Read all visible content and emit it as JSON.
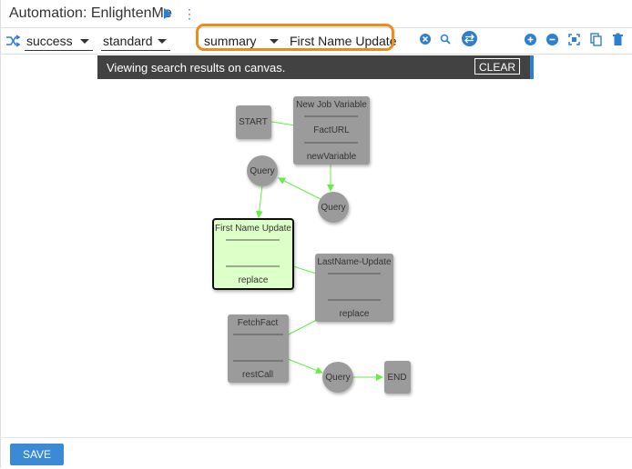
{
  "app": {
    "title": "Automation: EnlightenMe"
  },
  "toolbar": {
    "status_select": "success",
    "type_select": "standard",
    "field_select": "summary",
    "search_value": "First Name Update"
  },
  "banner": {
    "message": "Viewing search results on canvas.",
    "clear_label": "CLEAR"
  },
  "nodes": {
    "start": "START",
    "new_job_variable": {
      "title": "New Job Variable",
      "field": "FactURL",
      "value": "newVariable"
    },
    "query1": "Query",
    "query2": "Query",
    "first_name_update": {
      "title": "First Name Update",
      "value": "replace"
    },
    "lastname_update": {
      "title": "LastName-Update",
      "value": "replace"
    },
    "fetch_fact": {
      "title": "FetchFact",
      "value": "restCall"
    },
    "query3": "Query",
    "end": "END"
  },
  "footer": {
    "save_label": "SAVE"
  },
  "colors": {
    "accent": "#2d7fd0",
    "highlight": "#ee8b1f",
    "edge": "#66ee44",
    "selected_node": "#ddffc8"
  }
}
